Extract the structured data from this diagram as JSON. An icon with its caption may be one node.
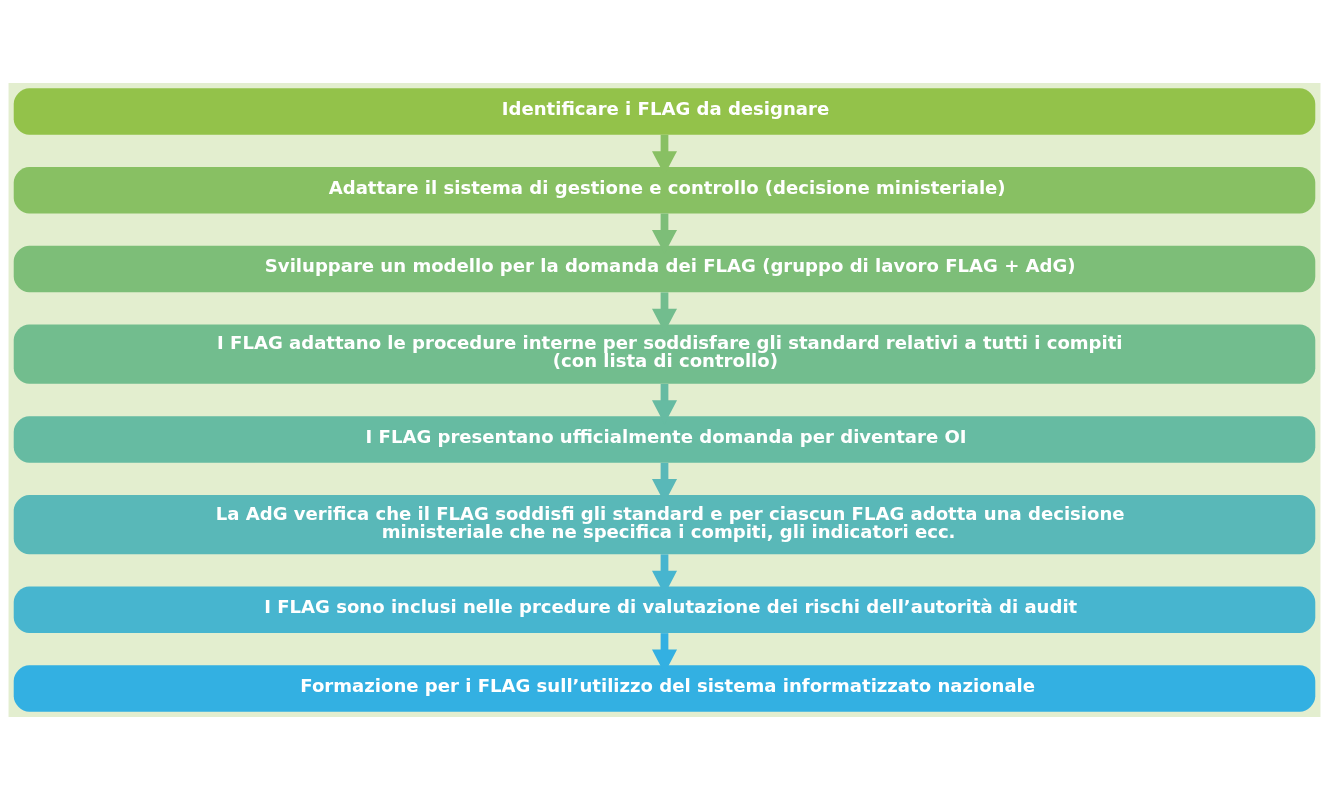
{
  "diagram": {
    "nodes": [
      {
        "text": [
          "Identificare i FLAG da designare"
        ]
      },
      {
        "text": [
          "Adattare il sistema di gestione e controllo (decisione ministeriale)"
        ]
      },
      {
        "text": [
          "Sviluppare un modello per la domanda dei FLAG (gruppo di lavoro FLAG + AdG)"
        ]
      },
      {
        "text": [
          "I FLAG adattano le procedure interne per soddisfare gli standard relativi a tutti i compiti (con lista di controllo)"
        ]
      },
      {
        "text": [
          "I FLAG presentano ufficialmente domanda per diventare OI"
        ]
      },
      {
        "text": [
          "La AdG verifica che il FLAG soddisfi gli standard e per ciascun FLAG adotta una decisione ministeriale che ne specifica i compiti, gli indicatori ecc."
        ]
      },
      {
        "text": [
          "I FLAG sono inclusi nelle prcedure di valutazione dei rischi dell’autorità di audit"
        ]
      },
      {
        "text": [
          "Formazione per i FLAG sull’utilizzo del sistema informatizzato nazionale"
        ]
      }
    ],
    "edges": [
      {
        "from": 0,
        "to": 1,
        "arrow": "to",
        "color": "#88c063"
      },
      {
        "from": 1,
        "to": 2,
        "arrow": "to",
        "color": "#7dbe78"
      },
      {
        "from": 2,
        "to": 3,
        "arrow": "to",
        "color": "#72bd8e"
      },
      {
        "from": 3,
        "to": 4,
        "arrow": "to",
        "color": "#66bba2"
      },
      {
        "from": 4,
        "to": 5,
        "arrow": "to",
        "color": "#59b8b8"
      },
      {
        "from": 5,
        "to": 6,
        "arrow": "to",
        "color": "#47b5cf"
      },
      {
        "from": 6,
        "to": 7,
        "arrow": "to",
        "color": "#33b0e2"
      }
    ]
  }
}
